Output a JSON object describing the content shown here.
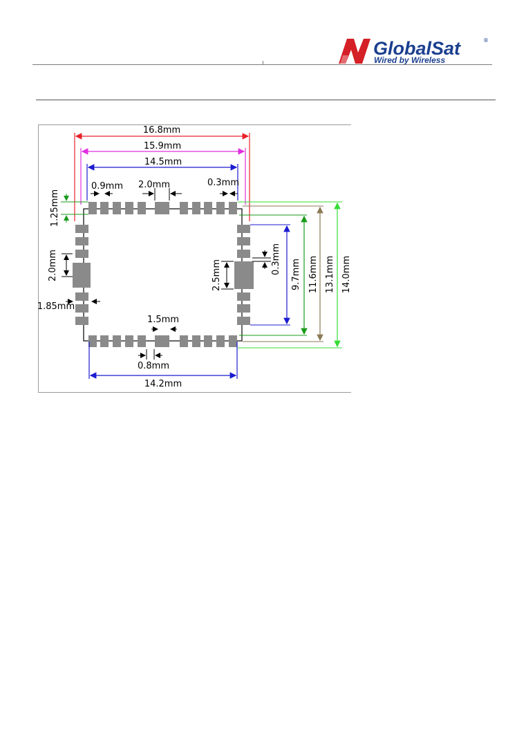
{
  "header": {
    "brand_name": "GlobalSat",
    "tagline": "Wired by Wireless",
    "registered_mark": "®",
    "brand_color": "#1b3f8f",
    "logo_mark_color": "#d42026"
  },
  "drawing": {
    "dimensions": {
      "overall_width_outer": "16.8mm",
      "overall_width_mid": "15.9mm",
      "overall_width_inner": "14.5mm",
      "pad_width": "0.9mm",
      "large_pad_width": "2.0mm",
      "pad_gap_top": "0.3mm",
      "pad_height_top": "1.25mm",
      "left_large_pad_height": "2.0mm",
      "left_pad_length": "1.85mm",
      "right_large_pad_height": "2.5mm",
      "right_pad_gap": "0.3mm",
      "height_inner": "9.7mm",
      "height_mid1": "11.6mm",
      "height_mid2": "13.1mm",
      "height_outer": "14.0mm",
      "bottom_pad_pitch": "1.5mm",
      "bottom_pad_width": "0.8mm",
      "bottom_width": "14.2mm"
    },
    "colors": {
      "red": "#e8202a",
      "magenta": "#e02ee0",
      "blue": "#1b1bd0",
      "green_dark": "#1a9a1a",
      "green_light": "#33dd33",
      "olive": "#8a7a55",
      "pad": "#8a8a8a"
    }
  }
}
